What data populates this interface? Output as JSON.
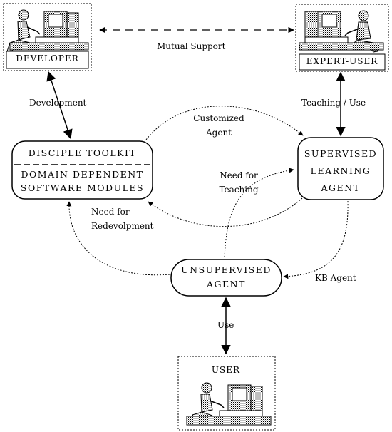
{
  "actors": {
    "developer": "DEVELOPER",
    "expert_user": "EXPERT-USER",
    "user": "USER"
  },
  "nodes": {
    "toolkit_title": "DISCIPLE TOOLKIT",
    "toolkit_modules_line1": "DOMAIN DEPENDENT",
    "toolkit_modules_line2": "SOFTWARE MODULES",
    "supervised_line1": "SUPERVISED",
    "supervised_line2": "LEARNING",
    "supervised_line3": "AGENT",
    "unsupervised_line1": "UNSUPERVISED",
    "unsupervised_line2": "AGENT"
  },
  "edges": {
    "mutual_support": "Mutual Support",
    "development": "Development",
    "teaching_use": "Teaching / Use",
    "customized_line1": "Customized",
    "customized_line2": "Agent",
    "need_teaching_line1": "Need for",
    "need_teaching_line2": "Teaching",
    "need_redev_line1": "Need for",
    "need_redev_line2": "Redevolpment",
    "kb_agent": "KB Agent",
    "use": "Use"
  }
}
